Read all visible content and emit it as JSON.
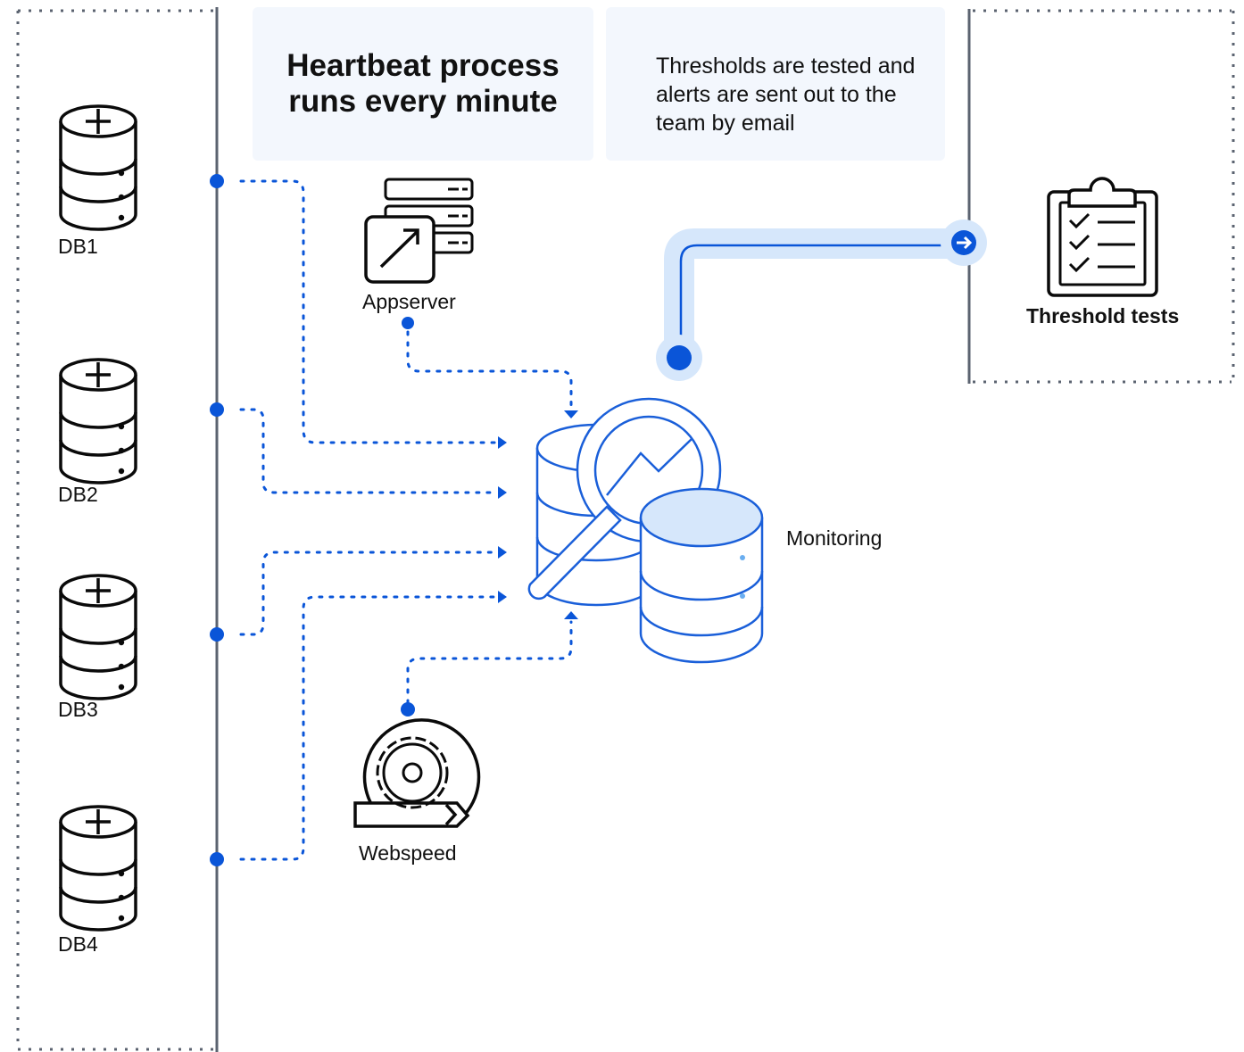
{
  "header": {
    "title": "Heartbeat process runs every minute",
    "note": "Thresholds are tested and alerts are sent out to the team by email"
  },
  "databases": [
    {
      "label": "DB1"
    },
    {
      "label": "DB2"
    },
    {
      "label": "DB3"
    },
    {
      "label": "DB4"
    }
  ],
  "nodes": {
    "appserver": "Appserver",
    "webspeed": "Webspeed",
    "monitoring": "Monitoring",
    "threshold": "Threshold tests"
  },
  "colors": {
    "accent": "#0a55d8",
    "accent_light": "#d6e7fb",
    "panel": "#f3f7fd",
    "frame": "#5b6370",
    "icon": "#0a0a0a",
    "monitor_stroke": "#1a5fd9"
  },
  "icons": [
    "database-icon",
    "server-icon",
    "webspeed-icon",
    "monitoring-icon",
    "clipboard-checklist-icon",
    "arrow-right-icon"
  ]
}
